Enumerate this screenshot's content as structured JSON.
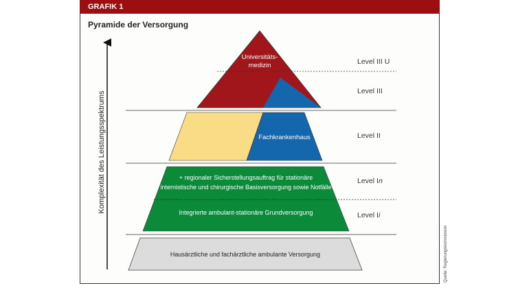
{
  "header": "GRAFIK 1",
  "title": "Pyramide der Versorgung",
  "axis_label": "Komplexität des Leistungsspektrums",
  "tiers": {
    "uni": "Universitäts-",
    "uni2": "medizin",
    "fach": "Fachkrankenhaus",
    "in1": "+ regionaler Sicherstellungsauftrag für stationäre",
    "in2": "internistische und chirurgische Basisversorgung sowie Notfälle",
    "ii": "Integrierte ambulant-stationäre Grundversorgung",
    "amb": "Hausärztliche und fachärztliche ambulante Versorgung"
  },
  "levels": {
    "l3u": "Level III U",
    "l3": "Level III",
    "l2": "Level II",
    "ln_prefix": "Level I",
    "ln_suffix": "n",
    "li_prefix": "Level I",
    "li_suffix": "i"
  },
  "source": "Quelle: Regierungskommission",
  "colors": {
    "header": "#9c0e0f",
    "uni": "#a0161b",
    "fach": "#1466ad",
    "yellow": "#fbdc86",
    "green": "#0b8a3a",
    "gray": "#dcdcdc"
  }
}
